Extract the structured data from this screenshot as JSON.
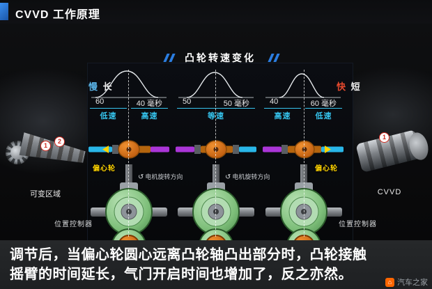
{
  "header": {
    "title": "CVVD 工作原理"
  },
  "panel": {
    "title": "凸轮转速变化",
    "left_tag": {
      "speed": "慢",
      "duration": "长"
    },
    "right_tag": {
      "speed": "快",
      "duration": "短"
    },
    "waves": [
      {
        "open_ms": "60",
        "close_ms": "40 毫秒",
        "label_left": "低速",
        "label_right": "高速"
      },
      {
        "open_ms": "50",
        "close_ms": "50 毫秒",
        "label_center": "等速"
      },
      {
        "open_ms": "40",
        "close_ms": "60 毫秒",
        "label_left": "高速",
        "label_right": "低速"
      }
    ],
    "motor_direction_label": "电机旋转方向",
    "eccentric_label": "偏心轮"
  },
  "left_part": {
    "caption": "可变区域",
    "markers": [
      "1",
      "2"
    ]
  },
  "right_part": {
    "caption": "CVVD",
    "markers": [
      "1"
    ]
  },
  "controllers": {
    "left": "位置控制器",
    "right": "位置控制器"
  },
  "footer": {
    "line1": "调节后，当偏心轮圆心远离凸轮轴凸出部分时，凸轮接触",
    "line2": "摇臂的时间延长，气门开启时间也增加了，反之亦然。"
  },
  "watermark": {
    "brand": "汽车之家",
    "glyph": "⌂"
  },
  "icons": {
    "rotation": "↺"
  },
  "colors": {
    "accent_blue": "#2b7de0",
    "cyan": "#36c6f0",
    "red": "#e84a2e",
    "yellow": "#ffd400",
    "orange": "#e8891e",
    "purple": "#ab35d8",
    "green": "#7ebf7a"
  }
}
